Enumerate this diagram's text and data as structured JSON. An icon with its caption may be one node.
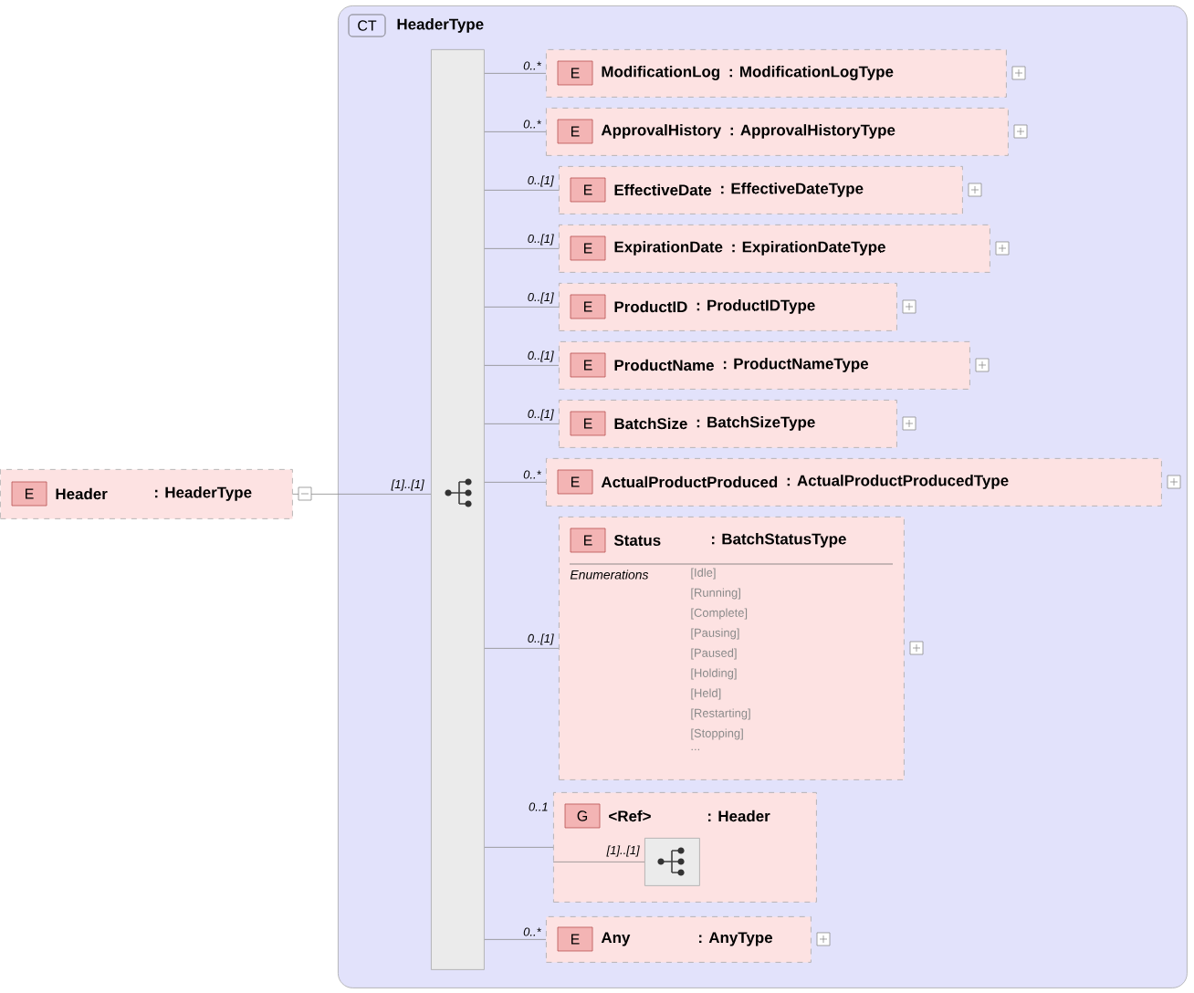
{
  "diagram": {
    "nodes": [
      {
        "text": [
          "E",
          "Header",
          ": HeaderType"
        ]
      },
      {
        "text": [
          "CT",
          "HeaderType"
        ]
      },
      {
        "text": [],
        "shape": "bar",
        "in": 1
      },
      {
        "text": [
          "E",
          "ModificationLog",
          ": ModificationLogType"
        ],
        "in": 1
      },
      {
        "text": [
          "E",
          "ApprovalHistory",
          ": ApprovalHistoryType"
        ],
        "in": 1
      },
      {
        "text": [
          "E",
          "EffectiveDate",
          ": EffectiveDateType"
        ],
        "in": 1
      },
      {
        "text": [
          "E",
          "ExpirationDate",
          ": ExpirationDateType"
        ],
        "in": 1
      },
      {
        "text": [
          "E",
          "ProductID",
          ": ProductIDType"
        ],
        "in": 1
      },
      {
        "text": [
          "E",
          "ProductName",
          ": ProductNameType"
        ],
        "in": 1
      },
      {
        "text": [
          "E",
          "BatchSize",
          ": BatchSizeType"
        ],
        "in": 1
      },
      {
        "text": [
          "E",
          "ActualProductProduced",
          ": ActualProductProducedType"
        ],
        "in": 1
      },
      {
        "text": [
          "E",
          "Status",
          ": BatchStatusType",
          "Enumerations",
          "[Idle]",
          "[Running]",
          "[Complete]",
          "[Pausing]",
          "[Paused]",
          "[Holding]",
          "[Held]",
          "[Restarting]",
          "[Stopping]",
          "..."
        ],
        "in": 1
      },
      {
        "text": [
          "G",
          "<Ref>",
          ": Header"
        ],
        "in": 1
      },
      {
        "text": [],
        "shape": "box",
        "in": 12
      },
      {
        "text": [
          "E",
          "Any",
          ": AnyType"
        ],
        "in": 1
      }
    ],
    "edges": [
      {
        "from": 0,
        "to": 2,
        "arrow": "none",
        "label": "[1]..[1]"
      },
      {
        "from": 2,
        "to": 3,
        "arrow": "none",
        "label": "0..*"
      },
      {
        "from": 2,
        "to": 4,
        "arrow": "none",
        "label": "0..*"
      },
      {
        "from": 2,
        "to": 5,
        "arrow": "none",
        "label": "0..[1]"
      },
      {
        "from": 2,
        "to": 6,
        "arrow": "none",
        "label": "0..[1]"
      },
      {
        "from": 2,
        "to": 7,
        "arrow": "none",
        "label": "0..[1]"
      },
      {
        "from": 2,
        "to": 8,
        "arrow": "none",
        "label": "0..[1]"
      },
      {
        "from": 2,
        "to": 9,
        "arrow": "none",
        "label": "0..[1]"
      },
      {
        "from": 2,
        "to": 10,
        "arrow": "none",
        "label": "0..*"
      },
      {
        "from": 2,
        "to": 11,
        "arrow": "none",
        "label": "0..[1]"
      },
      {
        "from": 2,
        "to": 12,
        "arrow": "none",
        "label": "0..1"
      },
      {
        "from": 12,
        "to": 13,
        "arrow": "none",
        "label": "[1]..[1]"
      },
      {
        "from": 2,
        "to": 14,
        "arrow": "none",
        "label": "0..*"
      }
    ]
  }
}
